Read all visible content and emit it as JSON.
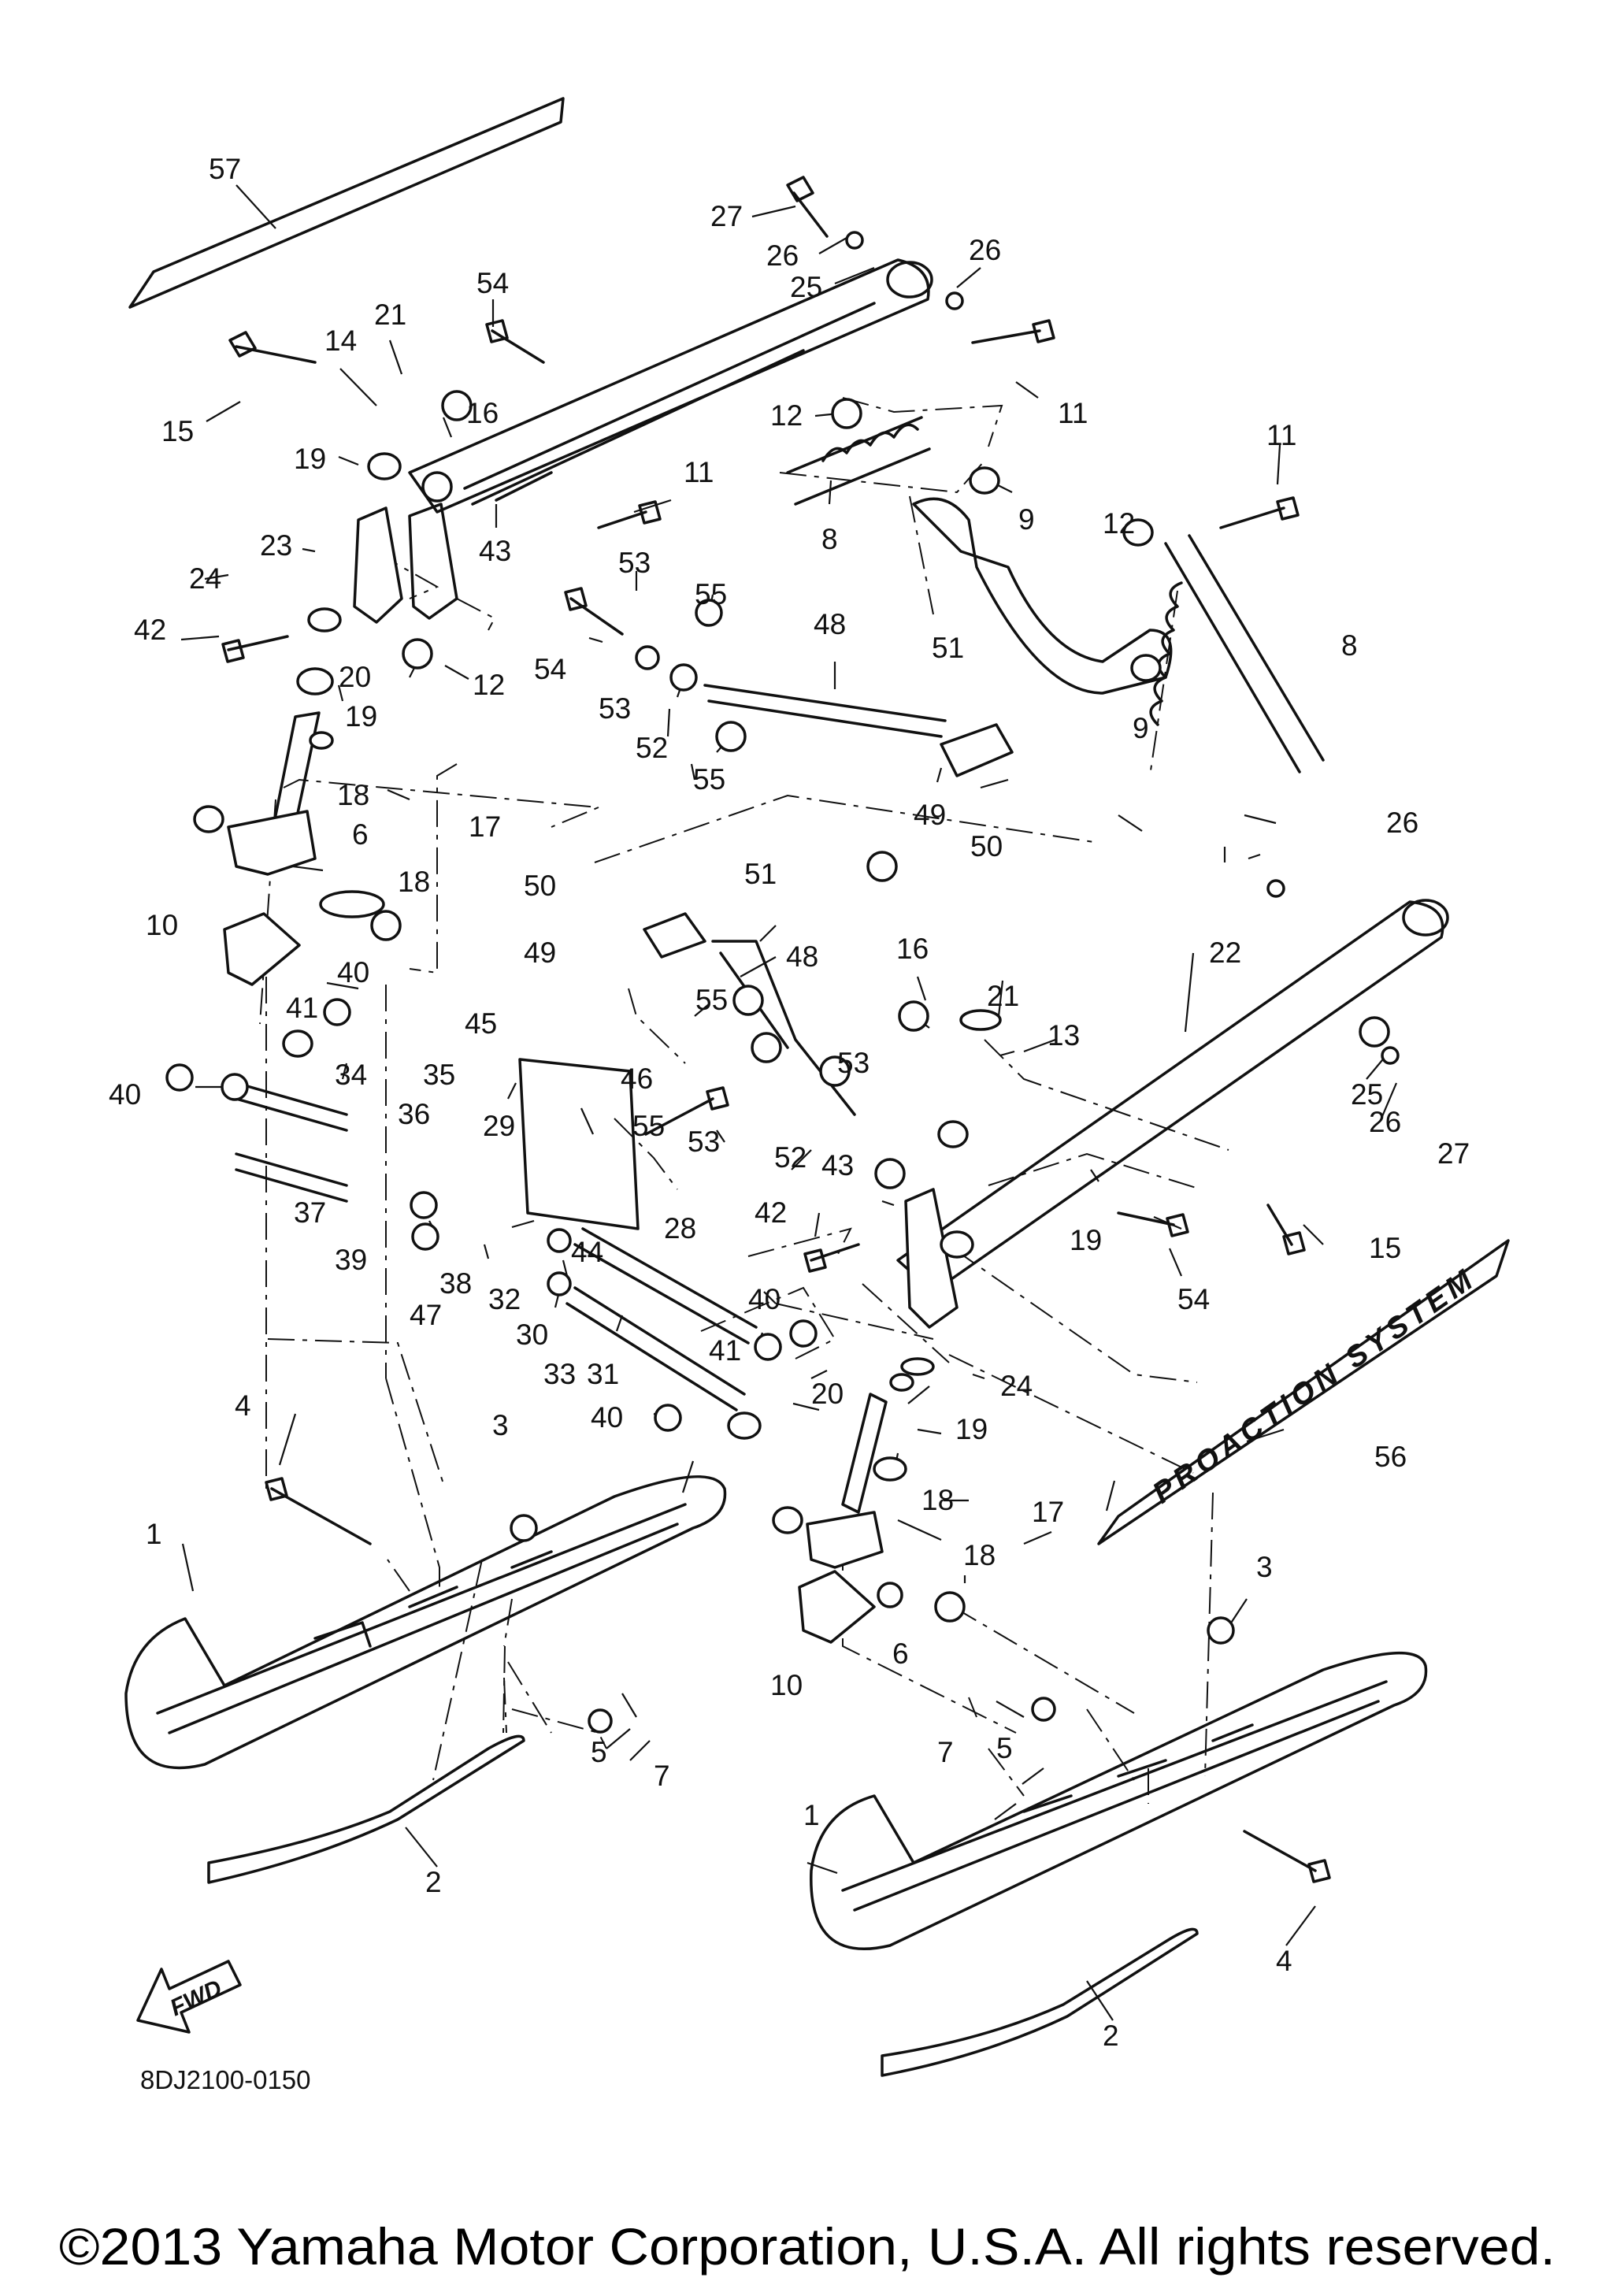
{
  "diagram": {
    "code": "8DJ2100-0150",
    "copyright": "©2013 Yamaha Motor Corporation, U.S.A. All rights reserved.",
    "decal_text": "PROACTION SYSTEM",
    "fwd_label": "FWD"
  },
  "callouts": [
    "57",
    "27",
    "26",
    "25",
    "26",
    "54",
    "21",
    "14",
    "15",
    "16",
    "12",
    "11",
    "11",
    "19",
    "43",
    "11",
    "12",
    "8",
    "9",
    "23",
    "24",
    "42",
    "53",
    "55",
    "54",
    "53",
    "20",
    "12",
    "48",
    "51",
    "52",
    "19",
    "55",
    "49",
    "50",
    "9",
    "8",
    "18",
    "17",
    "6",
    "18",
    "26",
    "10",
    "50",
    "51",
    "49",
    "48",
    "22",
    "16",
    "21",
    "40",
    "41",
    "45",
    "55",
    "53",
    "13",
    "46",
    "25",
    "40",
    "34",
    "35",
    "29",
    "36",
    "55",
    "53",
    "52",
    "43",
    "26",
    "27",
    "37",
    "39",
    "44",
    "42",
    "28",
    "19",
    "54",
    "15",
    "47",
    "38",
    "32",
    "40",
    "30",
    "33",
    "31",
    "41",
    "20",
    "24",
    "40",
    "19",
    "56",
    "4",
    "3",
    "18",
    "17",
    "1",
    "6",
    "18",
    "3",
    "10",
    "5",
    "7",
    "7",
    "5",
    "2",
    "1",
    "4",
    "2"
  ]
}
